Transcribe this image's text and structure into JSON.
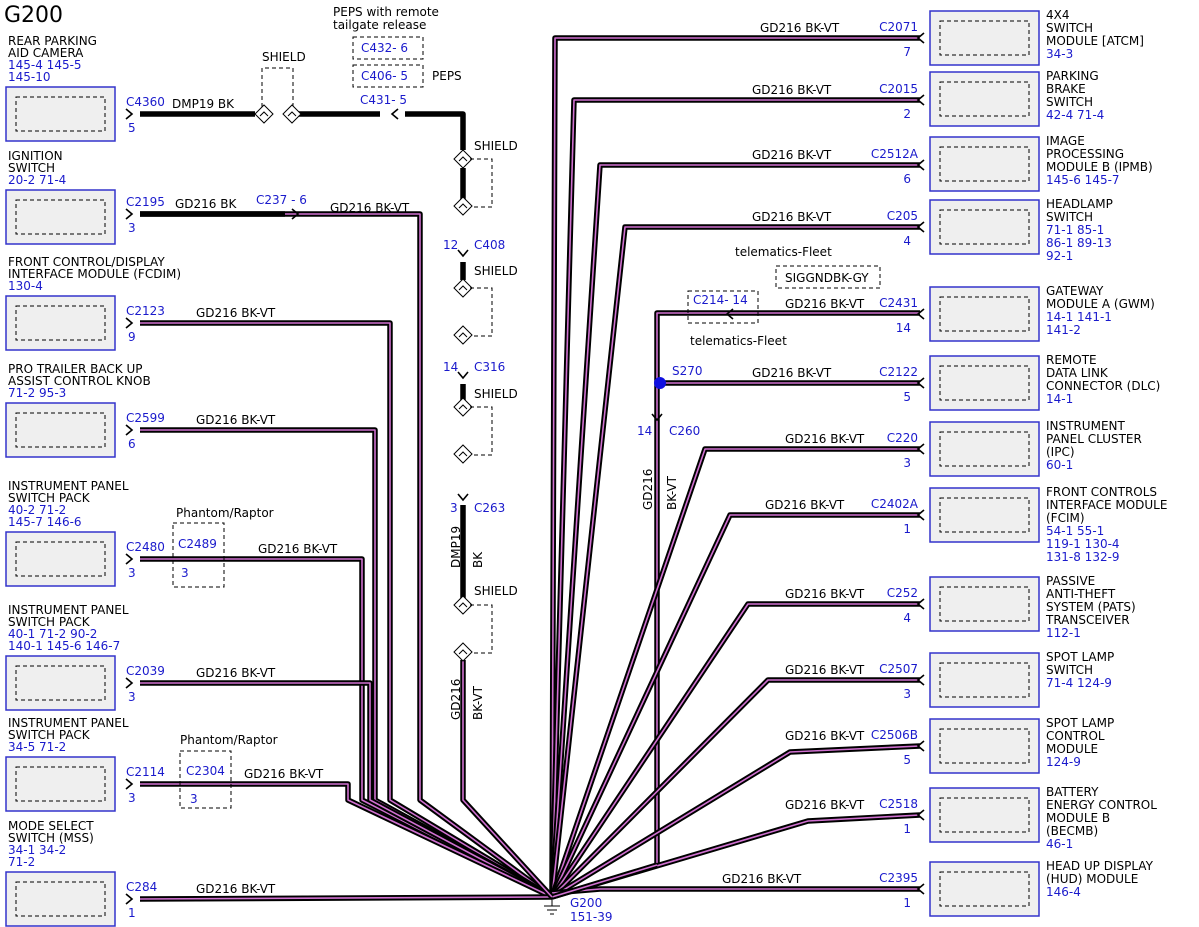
{
  "title": "G200",
  "colors": {
    "ref": "#1a1acc",
    "wire_core": "#000000",
    "wire_stripe": "#d070d0",
    "box_fill": "#efefef",
    "box_border": "#3333cc"
  },
  "left_modules": [
    {
      "name": [
        "REAR PARKING",
        "AID CAMERA"
      ],
      "refs": [
        "145-4 145-5",
        "145-10"
      ],
      "conn": "C4360",
      "pin": "5",
      "wire": "DMP19   BK"
    },
    {
      "name": [
        "IGNITION",
        "SWITCH"
      ],
      "refs": [
        "20-2  71-4"
      ],
      "conn": "C2195",
      "pin": "3",
      "wire": "GD216  BK"
    },
    {
      "name": [
        "FRONT CONTROL/DISPLAY",
        "INTERFACE MODULE (FCDIM)"
      ],
      "refs": [
        "130-4"
      ],
      "conn": "C2123",
      "pin": "9",
      "wire": "GD216  BK-VT"
    },
    {
      "name": [
        "PRO TRAILER BACK UP",
        "ASSIST CONTROL KNOB"
      ],
      "refs": [
        "71-2  95-3"
      ],
      "conn": "C2599",
      "pin": "6",
      "wire": "GD216  BK-VT"
    },
    {
      "name": [
        "INSTRUMENT PANEL",
        "SWITCH PACK"
      ],
      "refs": [
        "40-2  71-2",
        "145-7 146-6"
      ],
      "conn": "C2480",
      "pin": "3",
      "wire": "GD216  BK-VT"
    },
    {
      "name": [
        "INSTRUMENT PANEL",
        "SWITCH PACK"
      ],
      "refs": [
        "40-1  71-2     90-2",
        "140-1 145-6   146-7"
      ],
      "conn": "C2039",
      "pin": "3",
      "wire": "GD216  BK-VT"
    },
    {
      "name": [
        "INSTRUMENT PANEL",
        "SWITCH PACK"
      ],
      "refs": [
        "34-5  71-2"
      ],
      "conn": "C2114",
      "pin": "3",
      "wire": "GD216  BK-VT"
    },
    {
      "name": [
        "MODE SELECT",
        "SWITCH (MSS)"
      ],
      "refs": [
        "34-1   34-2",
        "71-2"
      ],
      "conn": "C284",
      "pin": "1",
      "wire": "GD216  BK-VT"
    }
  ],
  "right_modules": [
    {
      "name": [
        "4X4",
        "SWITCH",
        "MODULE [ATCM]"
      ],
      "refs": [
        "34-3"
      ],
      "conn": "C2071",
      "pin": "7",
      "wire": "GD216  BK-VT"
    },
    {
      "name": [
        "PARKING",
        "BRAKE",
        "SWITCH"
      ],
      "refs": [
        "42-4  71-4"
      ],
      "conn": "C2015",
      "pin": "2",
      "wire": "GD216  BK-VT"
    },
    {
      "name": [
        "IMAGE",
        "PROCESSING",
        "MODULE B (IPMB)"
      ],
      "refs": [
        "145-6 145-7"
      ],
      "conn": "C2512A",
      "pin": "6",
      "wire": "GD216  BK-VT"
    },
    {
      "name": [
        "HEADLAMP",
        "SWITCH"
      ],
      "refs": [
        "71-1   85-1",
        "86-1   89-13",
        "92-1"
      ],
      "conn": "C205",
      "pin": "4",
      "wire": "GD216  BK-VT"
    },
    {
      "name": [
        "GATEWAY",
        "MODULE A (GWM)"
      ],
      "refs": [
        "14-1   141-1",
        "141-2"
      ],
      "conn": "C2431",
      "pin": "14",
      "wire": "GD216  BK-VT"
    },
    {
      "name": [
        "REMOTE",
        "DATA LINK",
        "CONNECTOR (DLC)"
      ],
      "refs": [
        "14-1"
      ],
      "conn": "C2122",
      "pin": "5",
      "wire": "GD216  BK-VT"
    },
    {
      "name": [
        "INSTRUMENT",
        "PANEL CLUSTER",
        "(IPC)"
      ],
      "refs": [
        "60-1"
      ],
      "conn": "C220",
      "pin": "3",
      "wire": "GD216  BK-VT"
    },
    {
      "name": [
        "FRONT CONTROLS",
        "INTERFACE MODULE",
        "(FCIM)"
      ],
      "refs": [
        "54-1    55-1",
        "119-1 130-4",
        "131-8 132-9"
      ],
      "conn": "C2402A",
      "pin": "1",
      "wire": "GD216  BK-VT"
    },
    {
      "name": [
        "PASSIVE",
        "ANTI-THEFT",
        "SYSTEM (PATS)",
        "TRANSCEIVER"
      ],
      "refs": [
        "112-1"
      ],
      "conn": "C252",
      "pin": "4",
      "wire": "GD216  BK-VT"
    },
    {
      "name": [
        "SPOT LAMP",
        "SWITCH"
      ],
      "refs": [
        "71-4   124-9"
      ],
      "conn": "C2507",
      "pin": "3",
      "wire": "GD216  BK-VT"
    },
    {
      "name": [
        "SPOT LAMP",
        "CONTROL",
        "MODULE"
      ],
      "refs": [
        "124-9"
      ],
      "conn": "C2506B",
      "pin": "5",
      "wire": "GD216  BK-VT"
    },
    {
      "name": [
        "BATTERY",
        "ENERGY CONTROL",
        "MODULE B",
        "(BECMB)"
      ],
      "refs": [
        "46-1"
      ],
      "conn": "C2518",
      "pin": "1",
      "wire": "GD216  BK-VT"
    },
    {
      "name": [
        "HEAD UP DISPLAY",
        "(HUD) MODULE"
      ],
      "refs": [
        "146-4"
      ],
      "conn": "C2395",
      "pin": "1",
      "wire": "GD216  BK-VT"
    }
  ],
  "peps": {
    "title": [
      "PEPS with remote",
      "tailgate release"
    ],
    "c1": "C432- 6",
    "c2": "C406- 5",
    "label": "PEPS",
    "c3": "C431- 5"
  },
  "inline": {
    "c237": "C237 - 6",
    "c237_wire": "GD216  BK-VT",
    "shield": "SHIELD",
    "c408_pin": "12",
    "c408": "C408",
    "c316_pin": "14",
    "c316": "C316",
    "c263_pin": "3",
    "c263": "C263",
    "vert_wire_a": "DMP19",
    "vert_wire_b": "BK",
    "vert_wire2_a": "GD216",
    "vert_wire2_b": "BK-VT",
    "phantom1": "Phantom/Raptor",
    "phantom1_conn": "C2489",
    "phantom1_pin": "3",
    "phantom2": "Phantom/Raptor",
    "phantom2_conn": "C2304",
    "phantom2_pin": "3"
  },
  "telematics": {
    "label_top": "telematics-Fleet",
    "siggnd": "SIGGNDBK-GY",
    "c214": "C214- 14",
    "label_bottom": "telematics-Fleet"
  },
  "splice": {
    "name": "S270",
    "c260_pin": "14",
    "c260": "C260",
    "wire_a": "GD216",
    "wire_b": "BK-VT"
  },
  "ground": {
    "name": "G200",
    "ref": "151-39"
  }
}
